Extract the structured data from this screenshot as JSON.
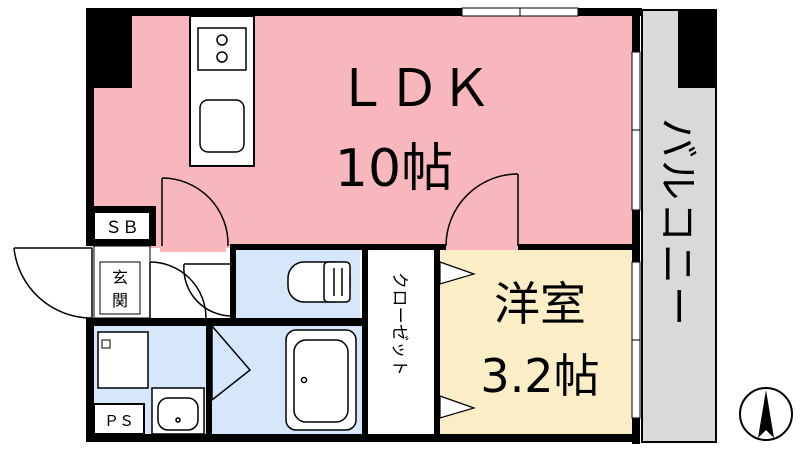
{
  "rooms": {
    "ldk": {
      "name": "ＬＤＫ",
      "size": "10帖",
      "color": "#f7b7bd"
    },
    "western": {
      "name": "洋室",
      "size": "3.2帖",
      "color": "#fbeec6"
    },
    "balcony": {
      "label": "バルコニー",
      "color": "#d9d9d9"
    },
    "closet": {
      "label": "クローゼット"
    },
    "shoe_box": {
      "label": "ＳＢ"
    },
    "entrance": {
      "label": "玄関"
    },
    "pipe_space": {
      "label": "ＰＳ"
    },
    "wet_area_color": "#d6e6fb"
  },
  "compass": {
    "label": "N"
  }
}
